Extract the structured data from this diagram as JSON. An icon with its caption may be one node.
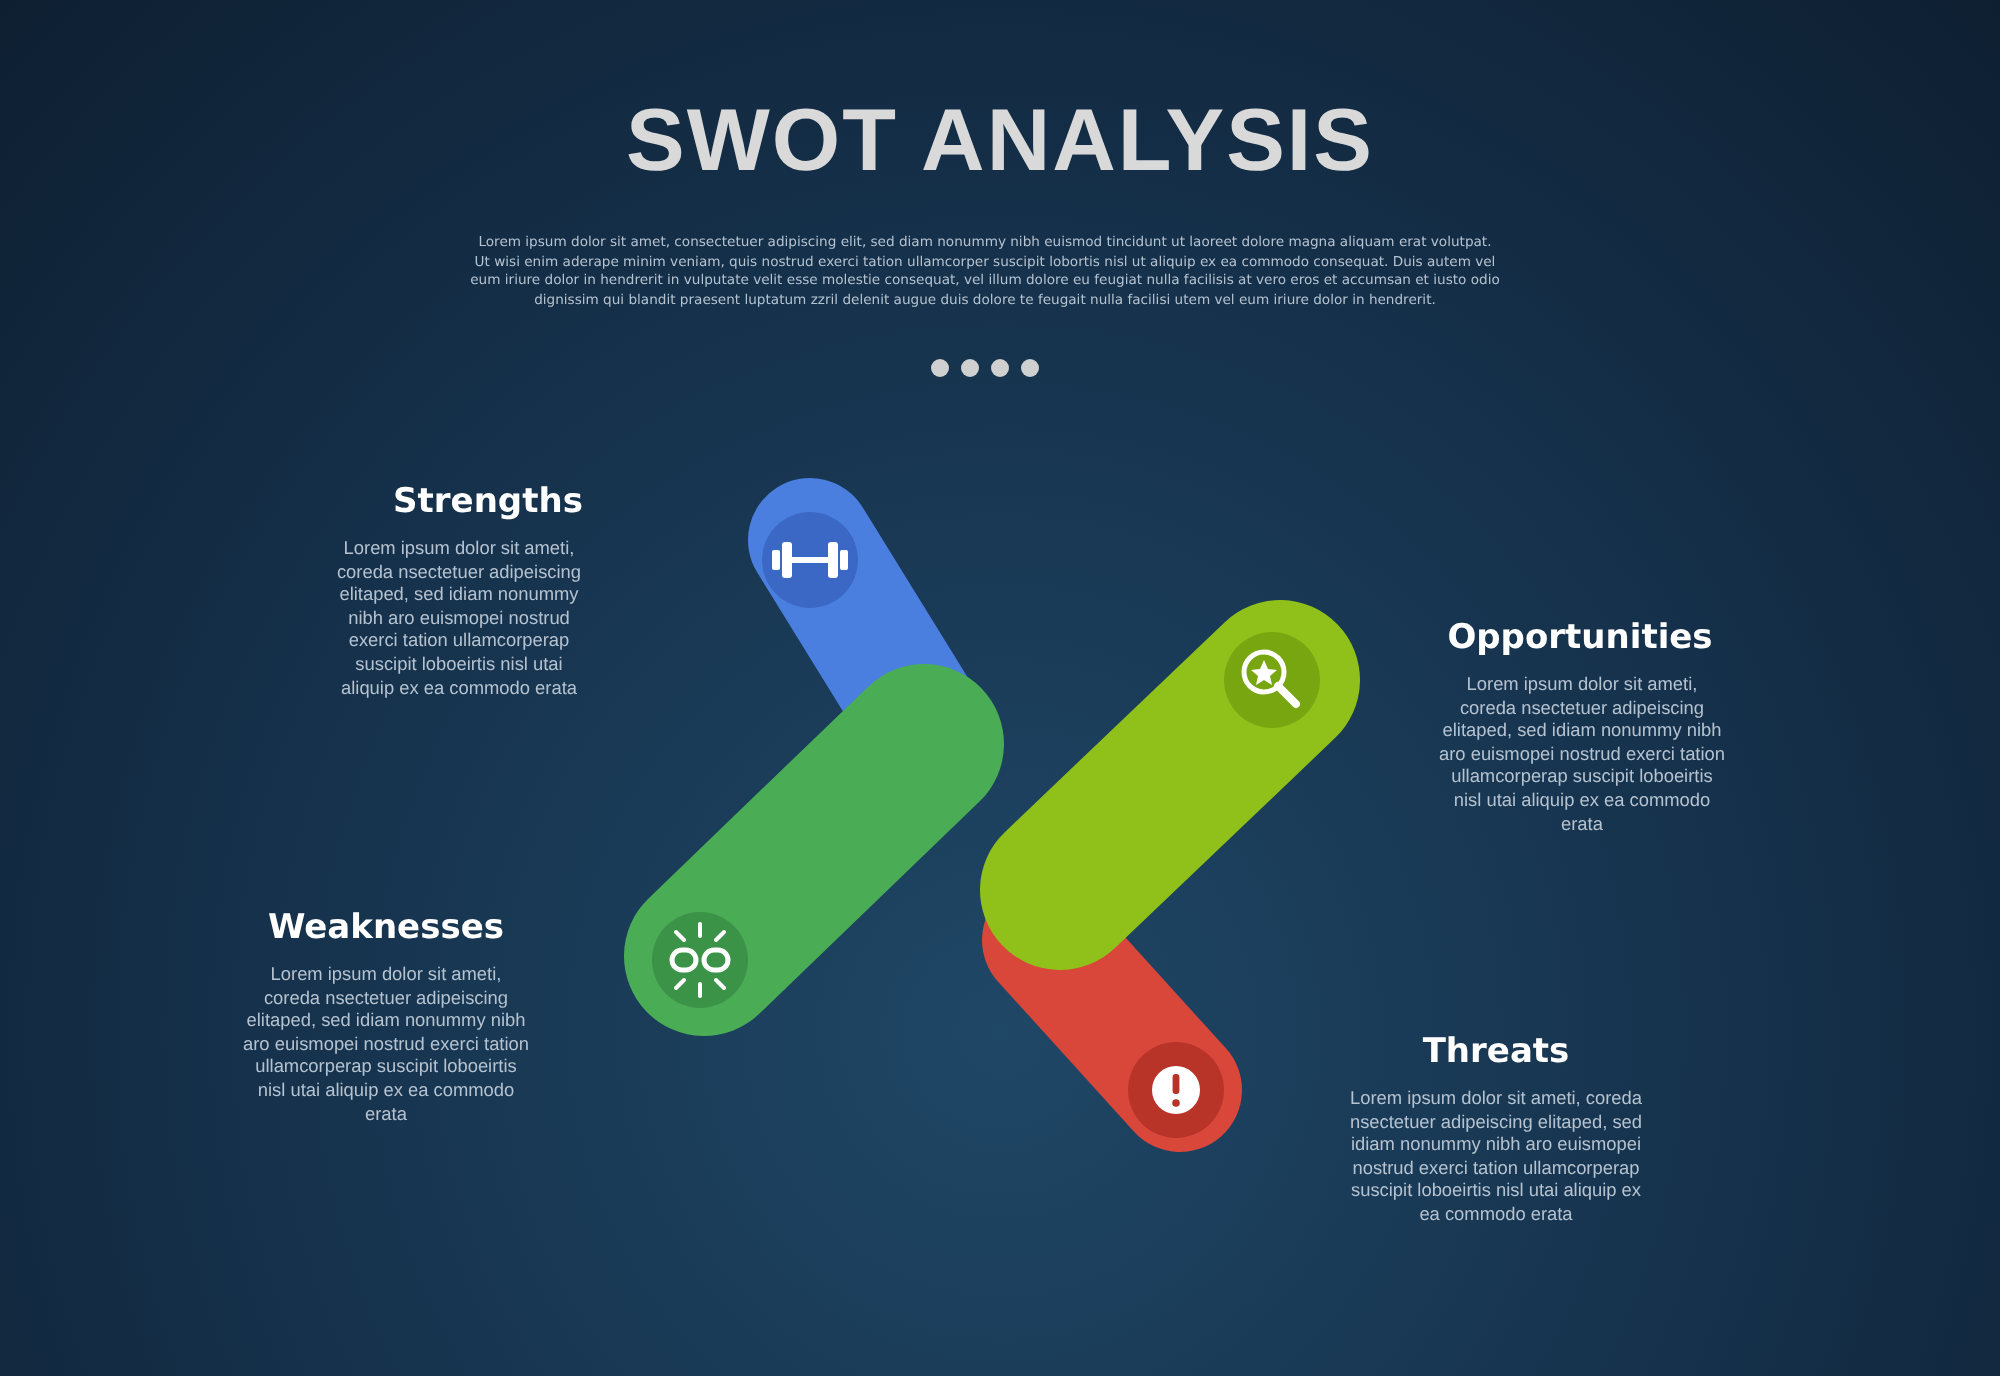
{
  "diagram": {
    "title": "SWOT ANALYSIS",
    "labels": [
      "Lorem ipsum dolor sit amet, consectetuer adipiscing elit, sed diam nonummy nibh euismod tincidunt ut laoreet dolore magna aliquam erat volutpat. Ut wisi enim aderape minim veniam, quis nostrud exerci tation ullamcorper suscipit lobortis nisl ut aliquip ex ea commodo consequat. Duis autem vel eum iriure dolor in hendrerit in vulputate velit esse molestie consequat, vel illum dolore eu feugiat nulla facilisis at vero eros et accumsan et iusto odio dignissim qui blandit praesent luptatum zzril delenit augue duis dolore te feugait nulla facilisi utem vel eum iriure dolor in hendrerit.",
      "Strengths",
      "Lorem ipsum dolor sit ameti, coreda nsectetuer adipeiscing elitaped, sed idiam nonummy nibh aro euismopei nostrud exerci tation ullamcorperap suscipit loboeirtis nisl utai aliquip ex ea commodo erata",
      "Opportunities",
      "Lorem ipsum dolor sit ameti, coreda nsectetuer adipeiscing elitaped, sed idiam nonummy nibh aro euismopei nostrud exerci tation ullamcorperap suscipit loboeirtis nisl utai aliquip ex ea commodo erata",
      "Weaknesses",
      "Lorem ipsum dolor sit ameti, coreda nsectetuer adipeiscing elitaped, sed idiam nonummy nibh aro euismopei nostrud exerci tation ullamcorperap suscipit loboeirtis nisl utai aliquip ex ea commodo erata",
      "Threats",
      "Lorem ipsum dolor sit ameti, coreda nsectetuer adipeiscing elitaped, sed idiam nonummy nibh aro euismopei nostrud exerci tation ullamcorperap suscipit loboeirtis nisl utai aliquip ex ea commodo erata"
    ]
  }
}
